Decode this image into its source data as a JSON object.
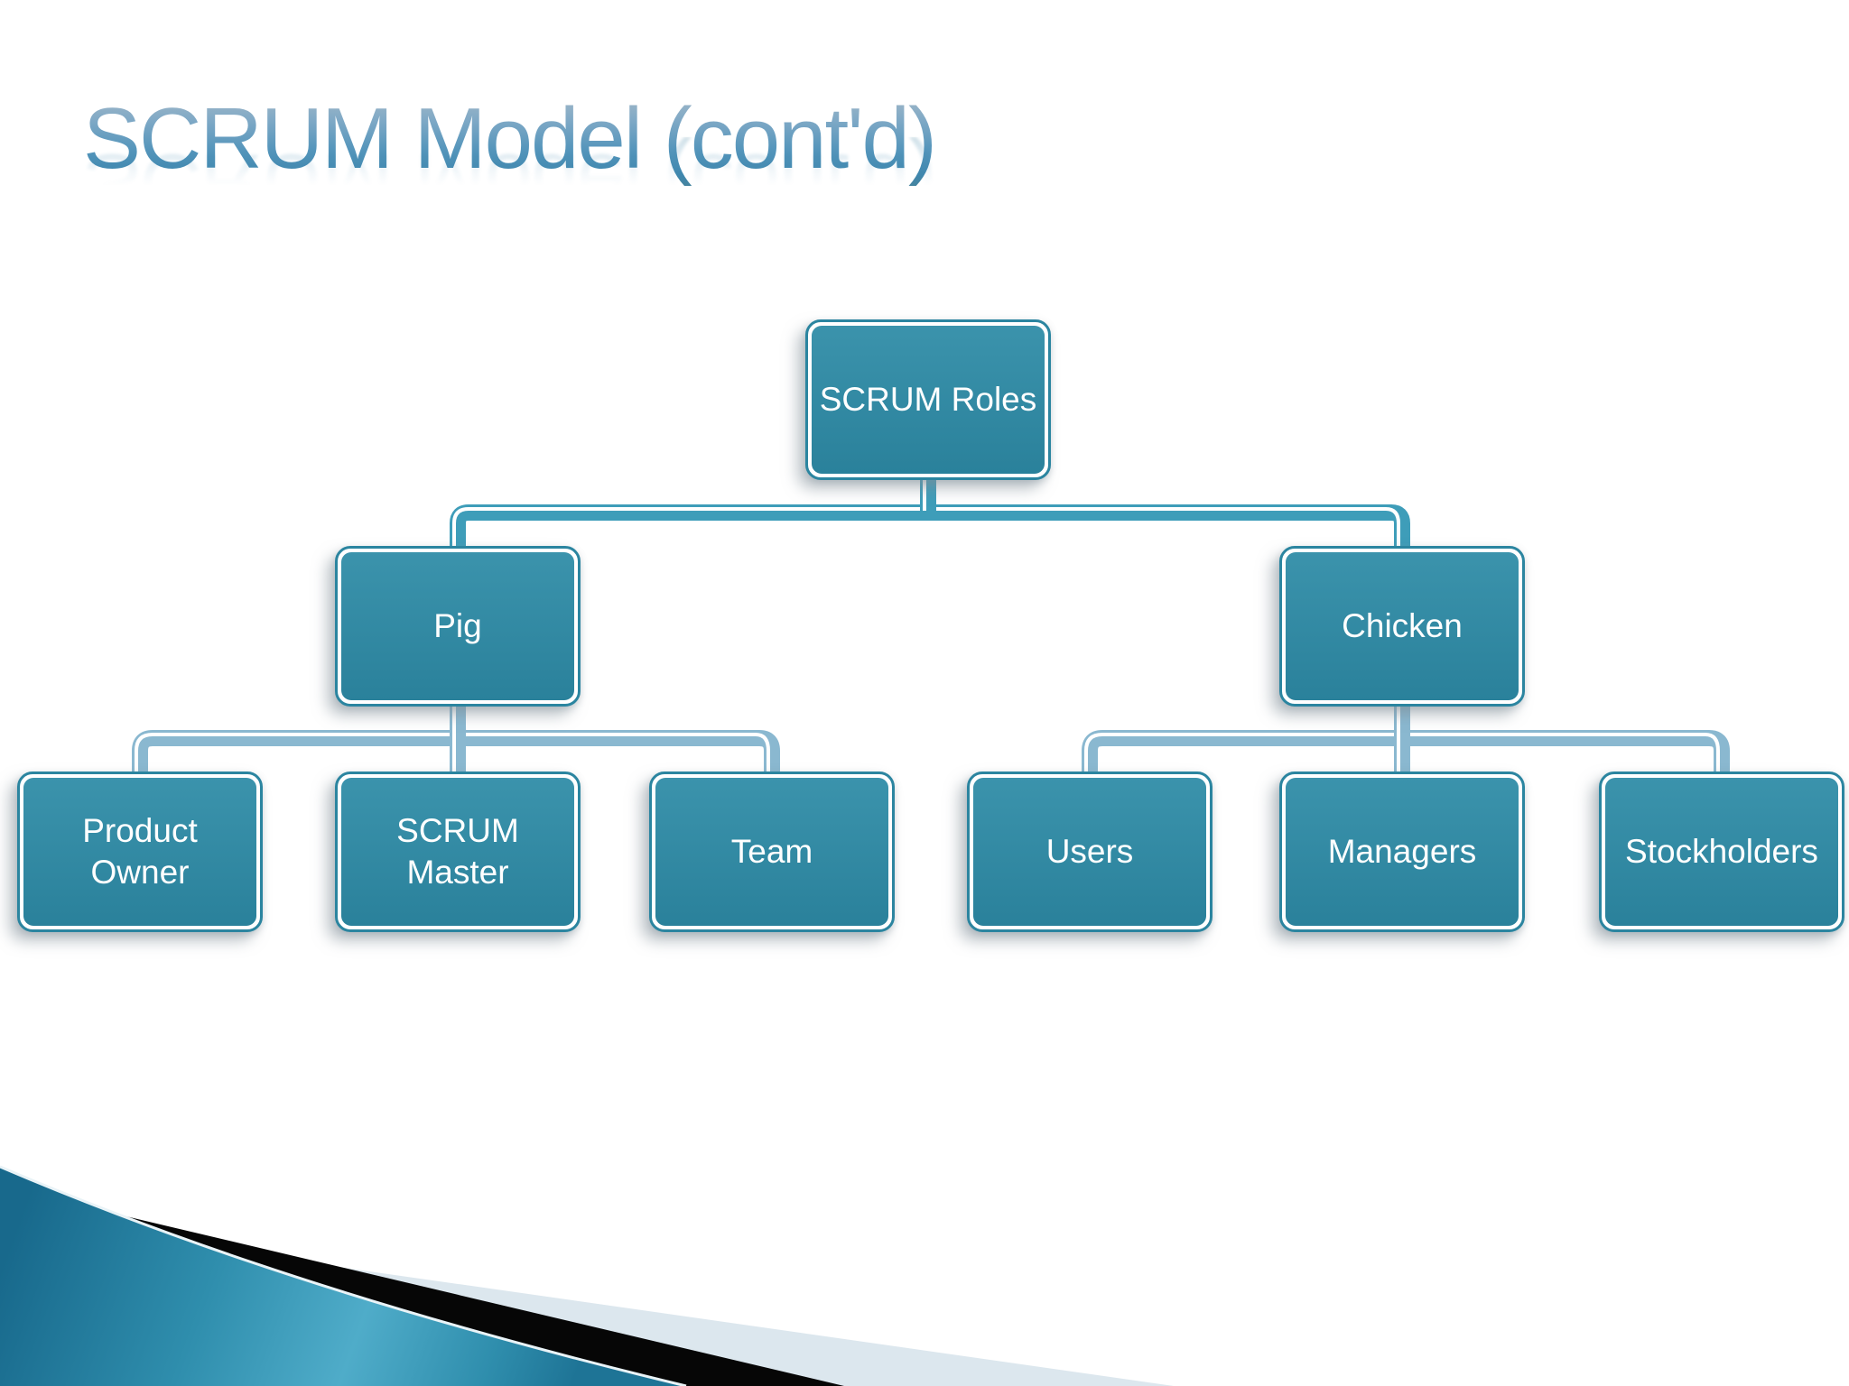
{
  "slide": {
    "title": "SCRUM Model (cont'd)",
    "background": "#ffffff"
  },
  "diagram": {
    "type": "org-chart",
    "root": "SCRUM Roles",
    "nodes": [
      {
        "id": "scrum-roles",
        "label": "SCRUM Roles",
        "level": 0
      },
      {
        "id": "pig",
        "label": "Pig",
        "level": 1,
        "parent": "scrum-roles"
      },
      {
        "id": "chicken",
        "label": "Chicken",
        "level": 1,
        "parent": "scrum-roles"
      },
      {
        "id": "product-owner",
        "label": "Product\nOwner",
        "level": 2,
        "parent": "pig"
      },
      {
        "id": "scrum-master",
        "label": "SCRUM\nMaster",
        "level": 2,
        "parent": "pig"
      },
      {
        "id": "team",
        "label": "Team",
        "level": 2,
        "parent": "pig"
      },
      {
        "id": "users",
        "label": "Users",
        "level": 2,
        "parent": "chicken"
      },
      {
        "id": "managers",
        "label": "Managers",
        "level": 2,
        "parent": "chicken"
      },
      {
        "id": "stockholders",
        "label": "Stockholders",
        "level": 2,
        "parent": "chicken"
      }
    ],
    "edges": [
      {
        "from": "scrum-roles",
        "to": "pig"
      },
      {
        "from": "scrum-roles",
        "to": "chicken"
      },
      {
        "from": "pig",
        "to": "product-owner"
      },
      {
        "from": "pig",
        "to": "scrum-master"
      },
      {
        "from": "pig",
        "to": "team"
      },
      {
        "from": "chicken",
        "to": "users"
      },
      {
        "from": "chicken",
        "to": "managers"
      },
      {
        "from": "chicken",
        "to": "stockholders"
      }
    ]
  },
  "colors": {
    "slide_bg": "#ffffff",
    "node_fill_top": "#3B93AC",
    "node_fill_bottom": "#2A819B",
    "node_outline": "#2B85A0",
    "node_text": "#FFFFFF",
    "connector_level1": "#3E9DB9",
    "connector_level2": "#8AB8D0",
    "title_blue": "#4189B1",
    "decoration_blue_dark": "#1A6F92",
    "decoration_blue_light": "#4FACC9",
    "decoration_black": "#060606",
    "decoration_pale_blue": "#DCE7EE"
  }
}
